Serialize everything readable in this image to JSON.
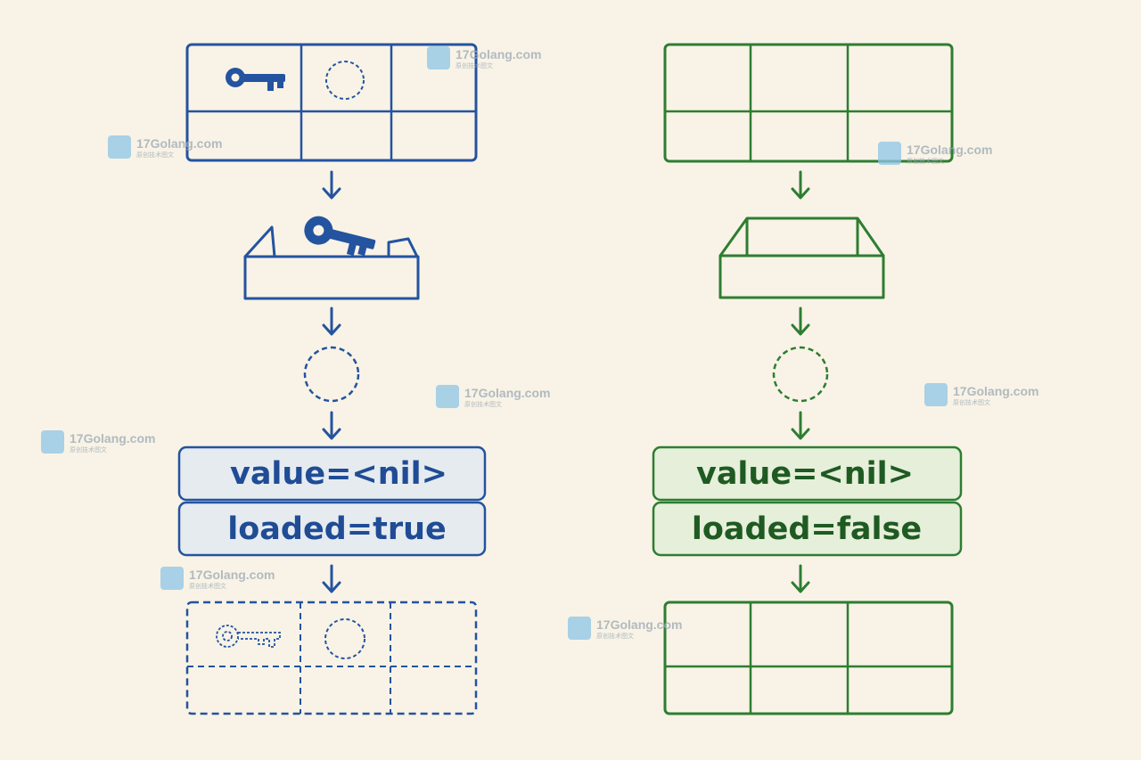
{
  "colors": {
    "background": "#f8f3e6",
    "left_accent": "#2453a0",
    "left_fill": "#e6ebf0",
    "right_accent": "#2e7d32",
    "right_fill": "#e5efd9",
    "watermark": "#9aa7b4"
  },
  "left_flow": {
    "value_label": "value=<nil>",
    "loaded_label": "loaded=true"
  },
  "right_flow": {
    "value_label": "value=<nil>",
    "loaded_label": "loaded=false"
  },
  "watermark": {
    "brand": "17Golang.com",
    "tagline": "原创技术图文",
    "icon": "watermark-logo-icon"
  },
  "icons": [
    "key-icon",
    "empty-circle-icon",
    "box-icon",
    "down-arrow-icon"
  ]
}
